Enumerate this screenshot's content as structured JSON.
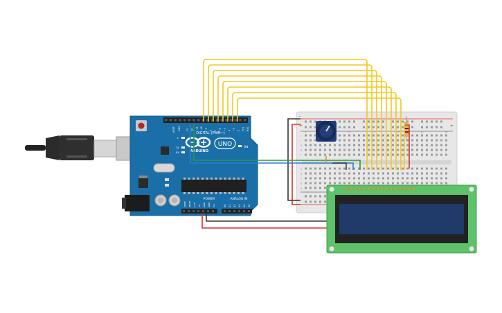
{
  "arduino": {
    "brand": "ARDUINO",
    "model": "UNO",
    "header_digital": "DIGITAL (PWM~)",
    "header_power": "POWER",
    "header_analog": "ANALOG IN",
    "on_label": "ON",
    "tx_label": "TX",
    "rx_label": "RX",
    "l_label": "L",
    "aref_label": "AREF",
    "gnd_label": "GND",
    "digital_pins": [
      "13",
      "12",
      "~11",
      "~10",
      "~9",
      "8",
      "7",
      "~6",
      "~5",
      "4",
      "~3",
      "2",
      "TX1",
      "RX0"
    ],
    "power_pins": [
      "IOREF",
      "RESET",
      "3.3V",
      "5V",
      "GND",
      "GND",
      "Vin"
    ],
    "analog_pins": [
      "A0",
      "A1",
      "A2",
      "A3",
      "A4",
      "A5"
    ]
  },
  "breadboard": {
    "columns_top": [
      "1",
      "5",
      "10",
      "15",
      "20",
      "25",
      "30"
    ],
    "rows": [
      "a",
      "b",
      "c",
      "d",
      "e",
      "f",
      "g",
      "h",
      "i",
      "j"
    ],
    "plus": "+",
    "minus": "-"
  },
  "colors": {
    "board": "#1b6fa8",
    "wire_yellow": "#f2c81d",
    "wire_red": "#d9302a",
    "wire_black": "#333333",
    "wire_green": "#2a9a3a",
    "wire_blue": "#2a7fd0",
    "lcd_pcb": "#5ec26a",
    "lcd_screen": "#203a6a"
  },
  "lcd": {
    "pin_count": 16
  }
}
